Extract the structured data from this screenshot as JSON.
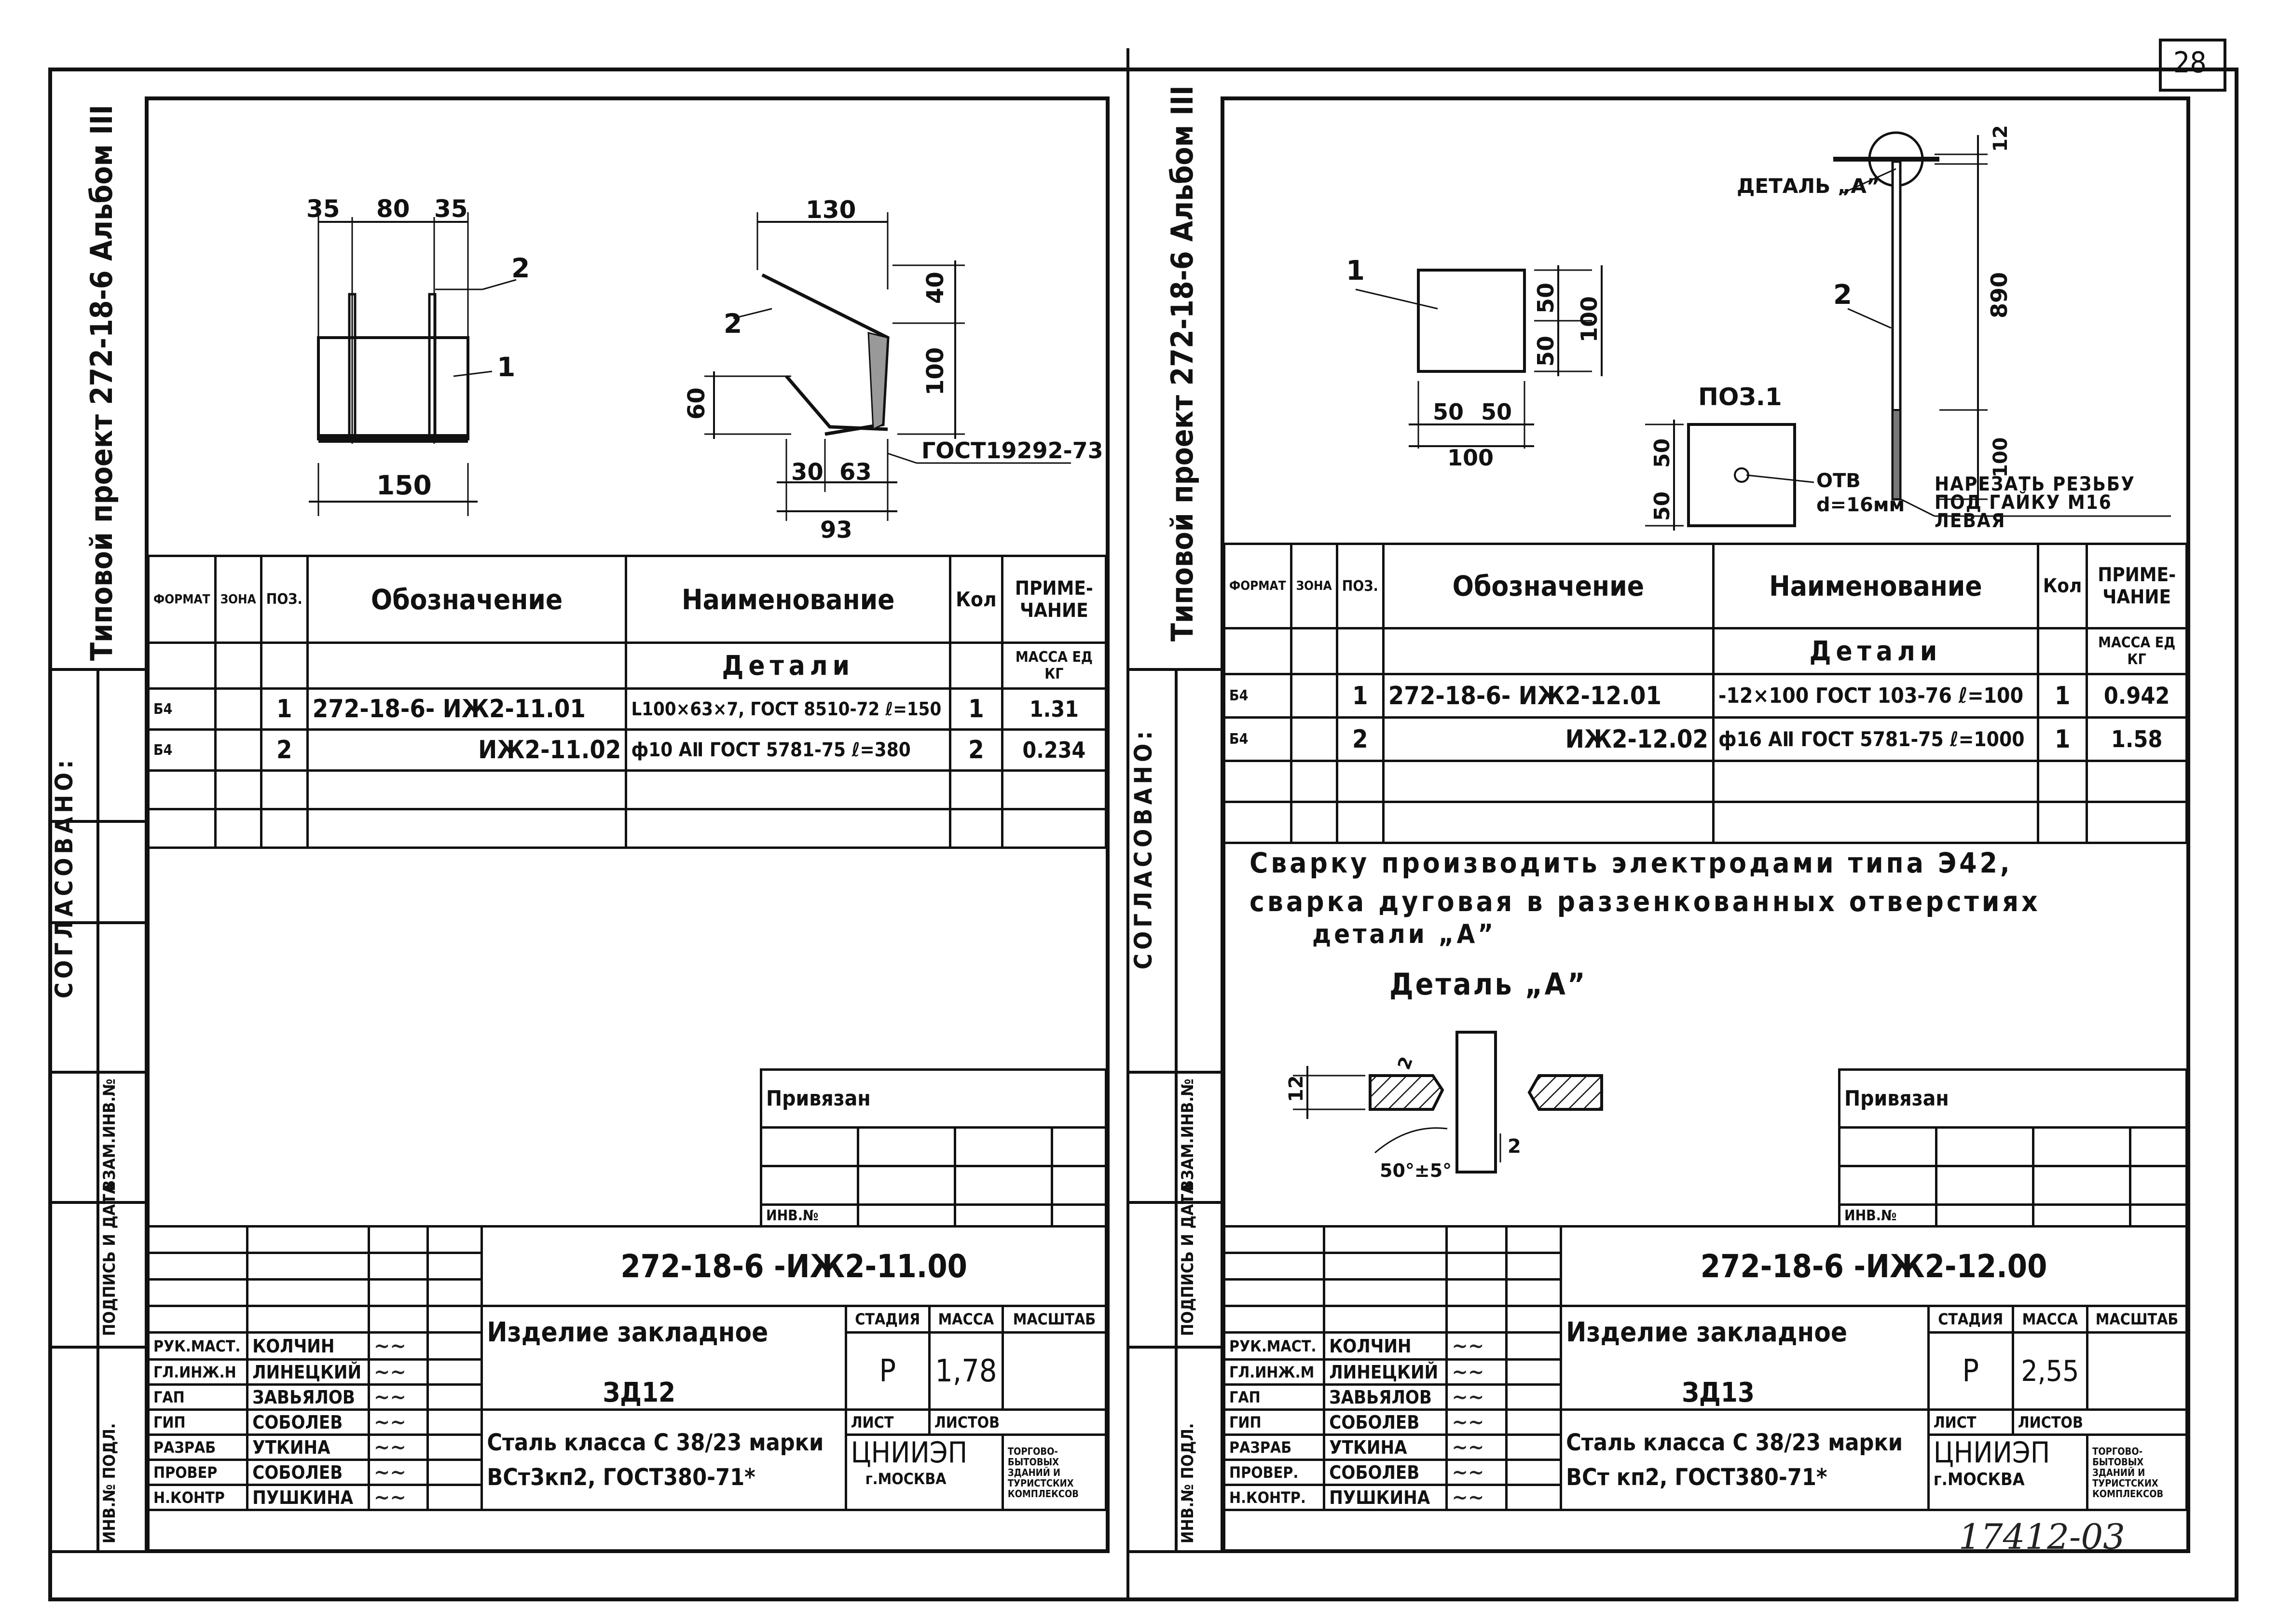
{
  "page_number": "28",
  "bottom_number": "17412-03",
  "left_sheet": {
    "vertical_title": "Типовой проект 272-18-6  Альбом III",
    "side_labels": {
      "soglasovano": "СОГЛАСОВАНО:",
      "inv_podl": "ИНВ.№ ПОДЛ.",
      "podpis": "ПОДПИСЬ И ДАТА",
      "vzam": "ВЗАМ.ИНВ.№"
    },
    "drawing1": {
      "dim_35a": "35",
      "dim_80": "80",
      "dim_35b": "35",
      "dim_150": "150",
      "pos1": "1",
      "pos2": "2"
    },
    "drawing2": {
      "dim_130": "130",
      "dim_40": "40",
      "dim_100": "100",
      "dim_60": "60",
      "dim_30": "30",
      "dim_63": "63",
      "dim_93": "93",
      "pos2": "2",
      "gost": "ГОСТ19292-73"
    },
    "spec_header": {
      "format": "ФОРМАТ",
      "zona": "ЗОНА",
      "poz": "ПОЗ.",
      "oboz": "Обозначение",
      "naim": "Наименование",
      "kol": "Кол",
      "prim": "ПРИМЕ-ЧАНИЕ"
    },
    "section": "Детали",
    "mass_unit": "МАССА ЕД КГ",
    "rows": [
      {
        "format": "Б4",
        "poz": "1",
        "oboz": "272-18-6- ИЖ2-11.01",
        "naim": "L100×63×7, ГОСТ 8510-72 ℓ=150",
        "kol": "1",
        "prim": "1.31"
      },
      {
        "format": "Б4",
        "poz": "2",
        "oboz": "ИЖ2-11.02",
        "naim": "ф10 АⅡ ГОСТ 5781-75 ℓ=380",
        "kol": "2",
        "prim": "0.234"
      }
    ],
    "privyazan": "Привязан",
    "inv": "ИНВ.№",
    "code": "272-18-6 -ИЖ2-11.00",
    "title1": "Изделие закладное",
    "title2": "ЗД12",
    "stadia": "СТАДИЯ",
    "massa": "МАССА",
    "masshtab": "МАСШТАБ",
    "stadia_val": "Р",
    "massa_val": "1,78",
    "list": "ЛИСТ",
    "listov": "ЛИСТОВ",
    "material": "Сталь класса С 38/23 марки ВСт3кп2, ГОСТ380-71*",
    "org": "ЦНИИЭП",
    "city": "г.МОСКВА",
    "org_sub": "ТОРГОВО-БЫТОВЫХ ЗДАНИЙ И ТУРИСТСКИХ КОМПЛЕКСОВ",
    "staff": [
      {
        "role": "РУК.МАСТ.",
        "name": "КОЛЧИН"
      },
      {
        "role": "ГЛ.ИНЖ.Н",
        "name": "ЛИНЕЦКИЙ"
      },
      {
        "role": "ГАП",
        "name": "ЗАВЬЯЛОВ"
      },
      {
        "role": "ГИП",
        "name": "СОБОЛЕВ"
      },
      {
        "role": "РАЗРАБ",
        "name": "УТКИНА"
      },
      {
        "role": "ПРОВЕР",
        "name": "СОБОЛЕВ"
      },
      {
        "role": "Н.КОНТР",
        "name": "ПУШКИНА"
      }
    ]
  },
  "right_sheet": {
    "vertical_title": "Типовой проект 272-18-6  Альбом III",
    "drawing1": {
      "pos1": "1",
      "dim_50a": "50",
      "dim_50b": "50",
      "dim_100": "100",
      "dim_50c": "50",
      "dim_50d": "50",
      "dim_100b": "100"
    },
    "drawing_poz": {
      "label": "ПОЗ.1",
      "dim_50": "50",
      "dim_50b": "50",
      "otv": "ОТВ",
      "otv_d": "d=16мм"
    },
    "drawing2": {
      "detail": "ДЕТАЛЬ „А”",
      "pos2": "2",
      "dim_12": "12",
      "dim_890": "890",
      "dim_100": "100",
      "note": "НАРЕЗАТЬ РЕЗЬБУ ПОД ГАЙКУ М16 ЛЕВАЯ"
    },
    "spec_header": {
      "format": "ФОРМАТ",
      "zona": "ЗОНА",
      "poz": "ПОЗ.",
      "oboz": "Обозначение",
      "naim": "Наименование",
      "kol": "Кол",
      "prim": "ПРИМЕ-ЧАНИЕ"
    },
    "section": "Детали",
    "mass_unit": "МАССА ЕД КГ",
    "rows": [
      {
        "format": "Б4",
        "poz": "1",
        "oboz": "272-18-6- ИЖ2-12.01",
        "naim": "-12×100 ГОСТ 103-76 ℓ=100",
        "kol": "1",
        "prim": "0.942"
      },
      {
        "format": "Б4",
        "poz": "2",
        "oboz": "ИЖ2-12.02",
        "naim": "ф16 АⅡ ГОСТ 5781-75 ℓ=1000",
        "kol": "1",
        "prim": "1.58"
      }
    ],
    "note_line1": "Сварку производить электродами типа Э42,",
    "note_line2": "сварка дуговая в раззенкованных отверстиях",
    "note_line3": "детали „А”",
    "detail_title": "Деталь „А”",
    "detail_dims": {
      "d12": "12",
      "d2a": "2",
      "d2b": "2",
      "angle": "50°±5°"
    },
    "privyazan": "Привязан",
    "inv": "ИНВ.№",
    "code": "272-18-6 -ИЖ2-12.00",
    "title1": "Изделие закладное",
    "title2": "ЗД13",
    "stadia": "СТАДИЯ",
    "massa": "МАССА",
    "masshtab": "МАСШТАБ",
    "stadia_val": "Р",
    "massa_val": "2,55",
    "list": "ЛИСТ",
    "listov": "ЛИСТОВ",
    "material": "Сталь класса С 38/23 марки ВСт кп2, ГОСТ380-71*",
    "org": "ЦНИИЭП",
    "city": "г.МОСКВА",
    "org_sub": "ТОРГОВО-БЫТОВЫХ ЗДАНИЙ И ТУРИСТСКИХ КОМПЛЕКСОВ",
    "staff": [
      {
        "role": "РУК.МАСТ.",
        "name": "КОЛЧИН"
      },
      {
        "role": "ГЛ.ИНЖ.М",
        "name": "ЛИНЕЦКИЙ"
      },
      {
        "role": "ГАП",
        "name": "ЗАВЬЯЛОВ"
      },
      {
        "role": "ГИП",
        "name": "СОБОЛЕВ"
      },
      {
        "role": "РАЗРАБ",
        "name": "УТКИНА"
      },
      {
        "role": "ПРОВЕР.",
        "name": "СОБОЛЕВ"
      },
      {
        "role": "Н.КОНТР.",
        "name": "ПУШКИНА"
      }
    ]
  }
}
